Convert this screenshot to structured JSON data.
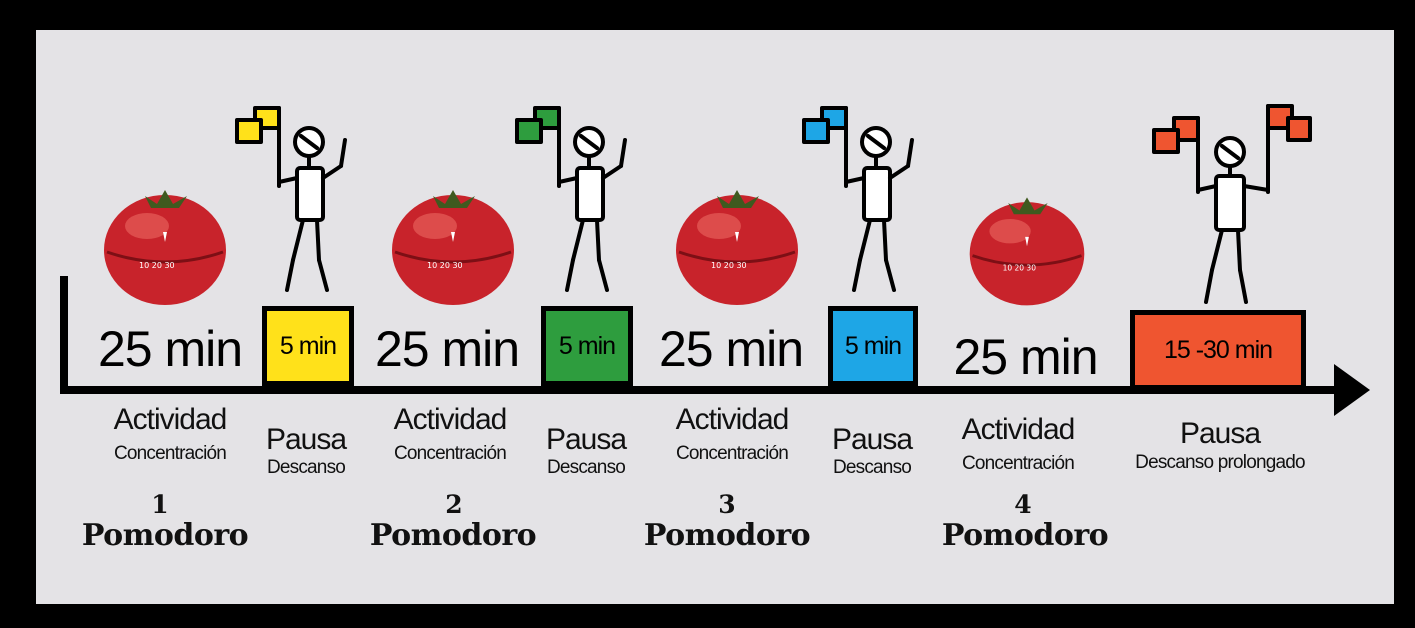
{
  "colors": {
    "background": "#e4e3e6",
    "tomato": "#c8232b",
    "flag_yellow": "#ffe11a",
    "flag_green": "#2e9d3e",
    "flag_blue": "#1ea6e6",
    "flag_orange": "#ef5530"
  },
  "steps": [
    {
      "kind": "actividad",
      "duration": "25 min",
      "title": "Actividad",
      "subtitle": "Concentración",
      "number": "1",
      "pomodoro": "Pomodoro",
      "icon": "tomato-timer-icon"
    },
    {
      "kind": "pausa",
      "duration": "5 min",
      "title": "Pausa",
      "subtitle": "Descanso",
      "icon": "figure-single-flag-icon",
      "color": "#ffe11a"
    },
    {
      "kind": "actividad",
      "duration": "25 min",
      "title": "Actividad",
      "subtitle": "Concentración",
      "number": "2",
      "pomodoro": "Pomodoro",
      "icon": "tomato-timer-icon"
    },
    {
      "kind": "pausa",
      "duration": "5 min",
      "title": "Pausa",
      "subtitle": "Descanso",
      "icon": "figure-single-flag-icon",
      "color": "#2e9d3e"
    },
    {
      "kind": "actividad",
      "duration": "25 min",
      "title": "Actividad",
      "subtitle": "Concentración",
      "number": "3",
      "pomodoro": "Pomodoro",
      "icon": "tomato-timer-icon"
    },
    {
      "kind": "pausa",
      "duration": "5 min",
      "title": "Pausa",
      "subtitle": "Descanso",
      "icon": "figure-single-flag-icon",
      "color": "#1ea6e6"
    },
    {
      "kind": "actividad",
      "duration": "25 min",
      "title": "Actividad",
      "subtitle": "Concentración",
      "number": "4",
      "pomodoro": "Pomodoro",
      "icon": "tomato-timer-icon"
    },
    {
      "kind": "pausa",
      "duration": "15 -30 min",
      "title": "Pausa",
      "subtitle": "Descanso prolongado",
      "icon": "figure-two-flags-icon",
      "color": "#ef5530"
    }
  ]
}
